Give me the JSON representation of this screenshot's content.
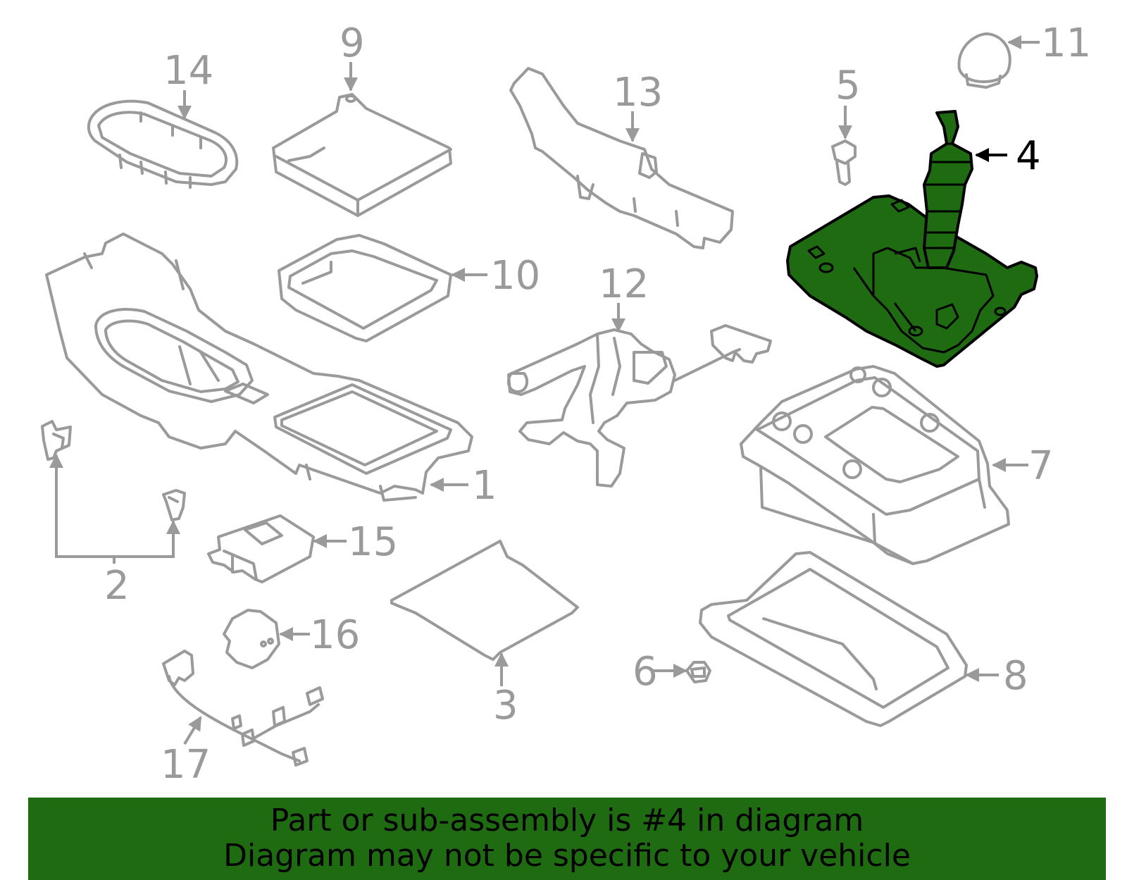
{
  "diagram": {
    "highlight_color": "#1e6b12",
    "callout_color": "#9a9a9a",
    "active_callout": "4",
    "callouts": {
      "c1": "1",
      "c2": "2",
      "c3": "3",
      "c4": "4",
      "c5": "5",
      "c6": "6",
      "c7": "7",
      "c8": "8",
      "c9": "9",
      "c10": "10",
      "c11": "11",
      "c12": "12",
      "c13": "13",
      "c14": "14",
      "c15": "15",
      "c16": "16",
      "c17": "17"
    }
  },
  "banner": {
    "line1": "Part or sub-assembly is #4 in diagram",
    "line2": "Diagram may not be specific to your vehicle"
  }
}
